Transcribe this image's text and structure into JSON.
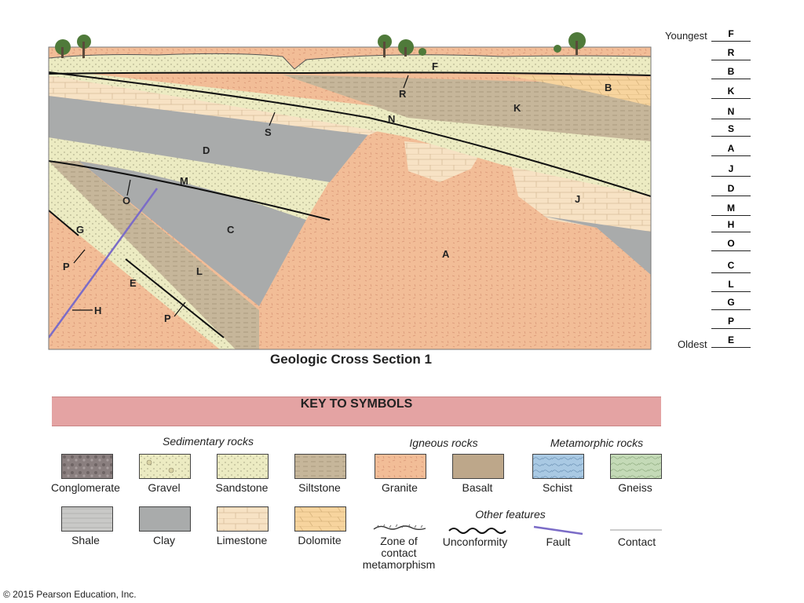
{
  "figure": {
    "title": "Geologic Cross Section 1",
    "labels": [
      {
        "id": "F",
        "text": "F"
      },
      {
        "id": "R",
        "text": "R"
      },
      {
        "id": "B",
        "text": "B"
      },
      {
        "id": "K",
        "text": "K"
      },
      {
        "id": "N",
        "text": "N"
      },
      {
        "id": "S",
        "text": "S"
      },
      {
        "id": "D",
        "text": "D"
      },
      {
        "id": "M",
        "text": "M"
      },
      {
        "id": "O",
        "text": "O"
      },
      {
        "id": "C",
        "text": "C"
      },
      {
        "id": "J",
        "text": "J"
      },
      {
        "id": "A",
        "text": "A"
      },
      {
        "id": "G",
        "text": "G"
      },
      {
        "id": "P1",
        "text": "P"
      },
      {
        "id": "E",
        "text": "E"
      },
      {
        "id": "L",
        "text": "L"
      },
      {
        "id": "H",
        "text": "H"
      },
      {
        "id": "P2",
        "text": "P"
      }
    ]
  },
  "age_sequence": {
    "youngest_label": "Youngest",
    "oldest_label": "Oldest",
    "entries": [
      "F",
      "R",
      "B",
      "K",
      "N",
      "S",
      "A",
      "J",
      "D",
      "M",
      "H",
      "O",
      "C",
      "L",
      "G",
      "P",
      "E"
    ]
  },
  "key": {
    "title": "KEY TO SYMBOLS",
    "groups": {
      "sedimentary": "Sedimentary rocks",
      "igneous": "Igneous rocks",
      "metamorphic": "Metamorphic rocks",
      "other": "Other features"
    },
    "rocks": [
      {
        "name": "Conglomerate",
        "color": "#8a7f7f"
      },
      {
        "name": "Gravel",
        "color": "#ece6b8"
      },
      {
        "name": "Sandstone",
        "color": "#ecebc2"
      },
      {
        "name": "Siltstone",
        "color": "#c6b69a"
      },
      {
        "name": "Granite",
        "color": "#f2bd97"
      },
      {
        "name": "Basalt",
        "color": "#bda78a"
      },
      {
        "name": "Schist",
        "color": "#a9c9e3"
      },
      {
        "name": "Gneiss",
        "color": "#c4dab7"
      },
      {
        "name": "Shale",
        "color": "#c9c9c7"
      },
      {
        "name": "Clay",
        "color": "#a9abab"
      },
      {
        "name": "Limestone",
        "color": "#f7e2c4"
      },
      {
        "name": "Dolomite",
        "color": "#f7d49e"
      }
    ],
    "features": [
      {
        "name": "Zone of contact metamorphism",
        "lines": [
          "Zone of",
          "contact",
          "metamorphism"
        ]
      },
      {
        "name": "Unconformity",
        "lines": [
          "Unconformity"
        ]
      },
      {
        "name": "Fault",
        "lines": [
          "Fault"
        ]
      },
      {
        "name": "Contact",
        "lines": [
          "Contact"
        ]
      }
    ]
  },
  "colors": {
    "granite": "#f2bd97",
    "clay": "#a9abab",
    "sandstone": "#ecebc2",
    "gravel": "#ece6b8",
    "limestone": "#f7e2c4",
    "siltstone": "#c6b69a",
    "dolomite": "#f7d49e",
    "shale": "#c9c9c7",
    "fault": "#7b6cc7",
    "banner": "#e4a3a3",
    "tree": "#4f7a3a"
  },
  "copyright": "© 2015 Pearson Education, Inc."
}
